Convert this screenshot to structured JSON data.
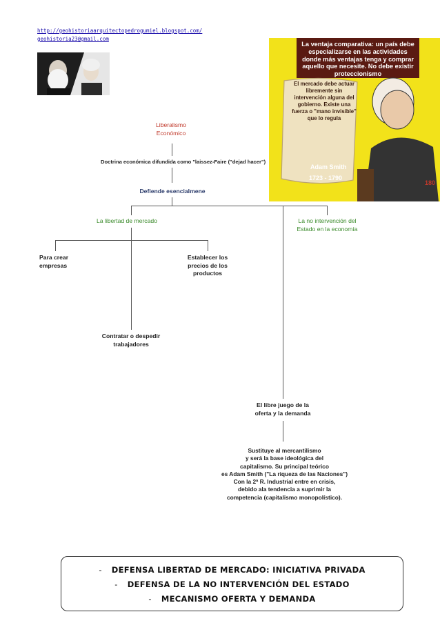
{
  "header": {
    "blog_url": "http://geohistoriaarquitectopedrogumiel.blogspot.com/",
    "email": "geohistoria23@gmail.com"
  },
  "poster": {
    "quote": "La ventaja comparativa: un país debe especializarse en las actividades donde más ventajas tenga y comprar aquello que necesite. No debe existir proteccionismo",
    "scroll_text": "El mercado debe actuar libremente sin intervención alguna del gobierno. Existe una fuerza o \"mano invisible\" que lo regula",
    "name": "Adam Smith",
    "years": "1723 - 1790",
    "corner": "180",
    "colors": {
      "background": "#f2e21a",
      "quote_bg": "#5a1a12",
      "scroll": "#efe2c0"
    }
  },
  "map": {
    "title_line1": "Liberalismo",
    "title_line2": "Económico",
    "doctrine": "Doctrina económica difundida como \"laissez-Faire (\"dejad hacer\")",
    "defends": "Defiende esencialmene",
    "branch_left": "La libertad de mercado",
    "branch_right_line1": "La no intervención del",
    "branch_right_line2": "Estado en la economía",
    "leaf_create_line1": "Para crear",
    "leaf_create_line2": "empresas",
    "leaf_prices_line1": "Establecer los",
    "leaf_prices_line2": "precios de los",
    "leaf_prices_line3": "productos",
    "leaf_hire_line1": "Contratar o despedir",
    "leaf_hire_line2": "trabajadores",
    "free_play_line1": "El libre juego de la",
    "free_play_line2": "oferta y la demanda",
    "replaces": [
      "Sustituye al mercantilismo",
      "y será la base ideológica del",
      "capitalismo.  Su principal teórico",
      "es Adam Smith (\"La riqueza de las Naciones\")",
      "Con la 2ª R.  Industrial entre en crisis,",
      "debido ala tendencia a suprimir la",
      "competencia (capitalismo monopolístico)."
    ]
  },
  "summary": {
    "dash": "-",
    "line1": "DEFENSA LIBERTAD DE MERCADO: INICIATIVA PRIVADA",
    "line2": "DEFENSA DE LA NO INTERVENCIÓN DEL ESTADO",
    "line3": "MECANISMO OFERTA Y DEMANDA"
  }
}
